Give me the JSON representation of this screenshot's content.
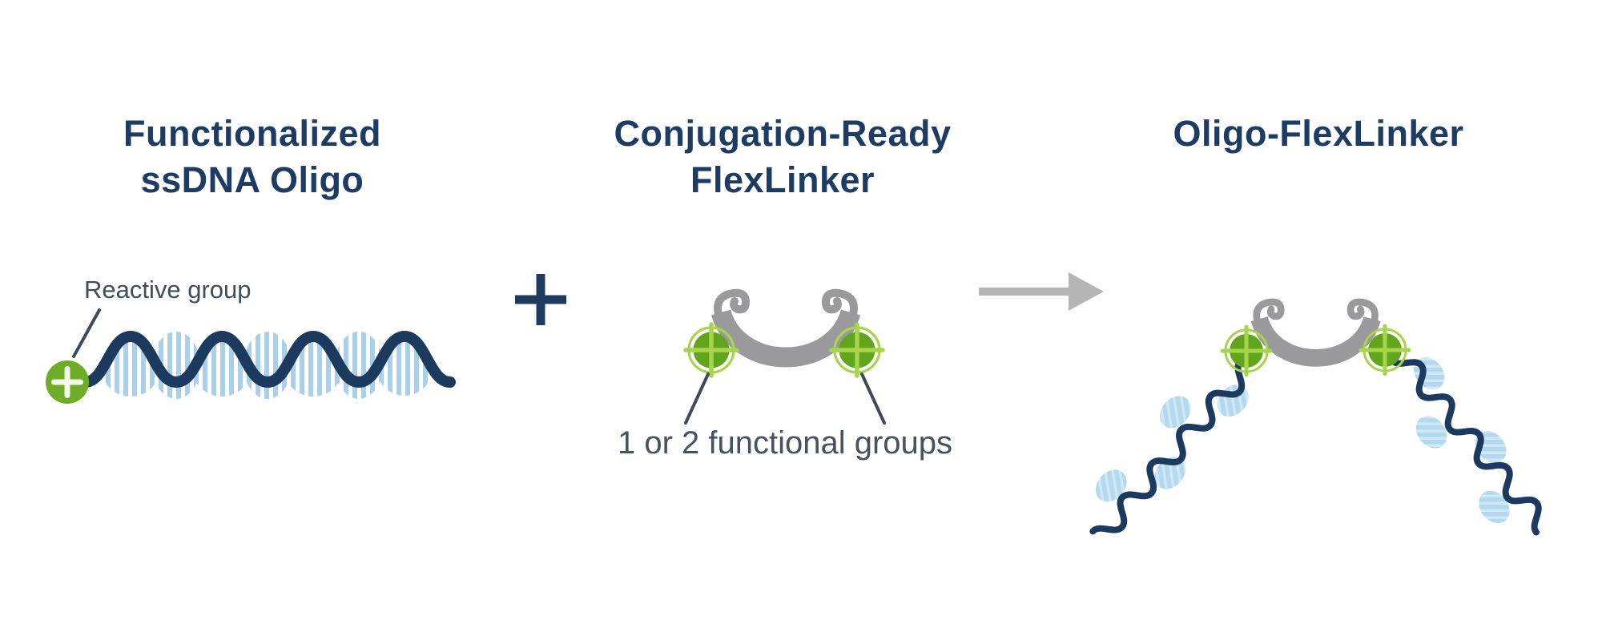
{
  "diagram": {
    "panel1": {
      "title_line1": "Functionalized",
      "title_line2": "ssDNA Oligo",
      "annotation": "Reactive group"
    },
    "panel2": {
      "title_line1": "Conjugation-Ready",
      "title_line2": "FlexLinker",
      "annotation": "1 or 2 functional groups"
    },
    "panel3": {
      "title": "Oligo-FlexLinker"
    },
    "operators": {
      "plus": "+",
      "arrow": "right-arrow"
    },
    "icons": [
      "reactive-group-icon",
      "functional-group-crosshair-icon",
      "flexlinker-crescent-icon",
      "dna-wave-icon",
      "plus-icon",
      "arrow-right-icon"
    ],
    "colors": {
      "navy": "#1e3b63",
      "slate_text": "#46535f",
      "green": "#62a51c",
      "green_light": "#a6d54b",
      "gray_crescent": "#9a9a9c",
      "gray_arrow": "#b5b5b5",
      "blue_stripes": "#a9d0e8",
      "blue_hatch": "#b3d9ef"
    }
  }
}
